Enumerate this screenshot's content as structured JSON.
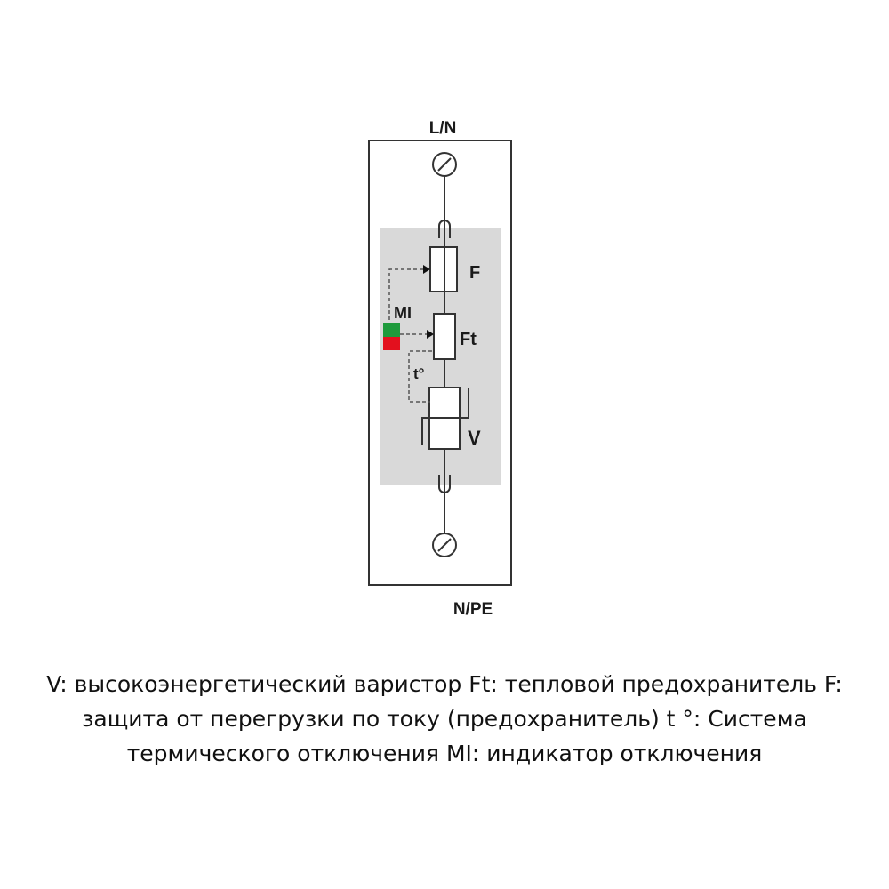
{
  "diagram": {
    "top_terminal_label": "L/N",
    "bottom_terminal_label": "N/PE",
    "component_labels": {
      "fuse": "F",
      "thermal_fuse": "Ft",
      "varistor": "V",
      "indicator": "MI",
      "thermal": "t°"
    },
    "colors": {
      "indicator_ok": "#1e9a3c",
      "indicator_fault": "#e3101e",
      "module_bg": "#d9d9d9",
      "line": "#333333"
    }
  },
  "caption": {
    "lines": [
      "V: высокоэнергетический варистор Ft: тепловой предохранитель F:",
      "защита от перегрузки по току (предохранитель) t °: Система",
      "термического отключения MI: индикатор отключения"
    ]
  }
}
